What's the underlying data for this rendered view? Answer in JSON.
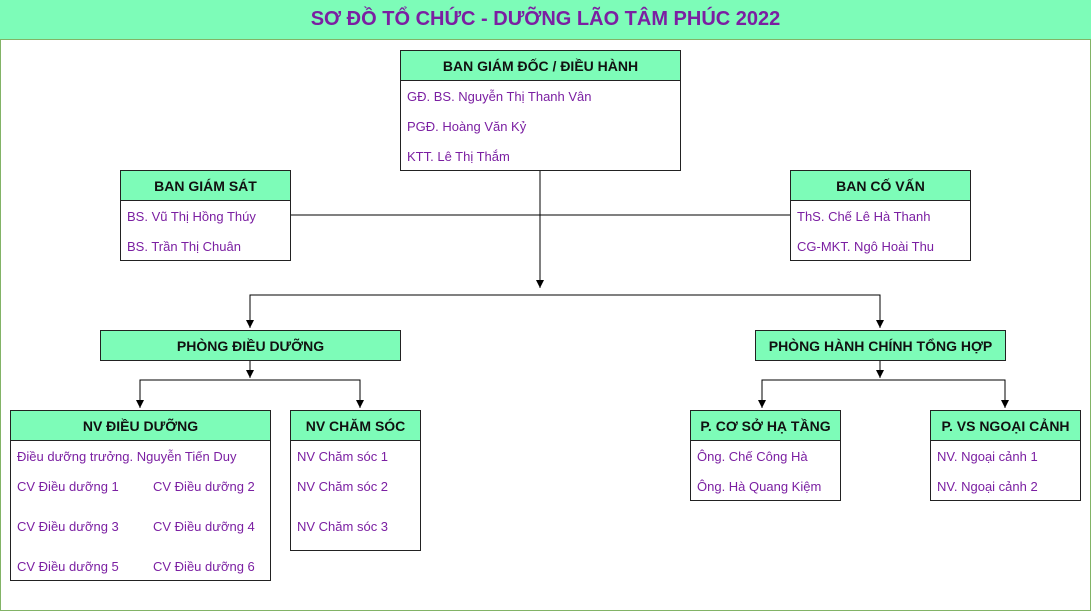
{
  "title": "SƠ ĐỒ TỔ CHỨC - DƯỠNG LÃO TÂM PHÚC 2022",
  "colors": {
    "header_fill": "#7dfcb8",
    "text_purple": "#7b1fa2",
    "border": "#222222"
  },
  "board": {
    "header": "BAN GIÁM ĐỐC / ĐIỀU HÀNH",
    "members": [
      "GĐ. BS. Nguyễn Thị Thanh Vân",
      "PGĐ. Hoàng Văn Kỷ",
      "KTT. Lê Thị Thắm"
    ]
  },
  "supervision": {
    "header": "BAN GIÁM SÁT",
    "members": [
      "BS. Vũ Thị Hồng Thúy",
      "BS. Trần Thị Chuân"
    ]
  },
  "advisory": {
    "header": "BAN CỐ VẤN",
    "members": [
      "ThS. Chế Lê Hà Thanh",
      "CG-MKT. Ngô Hoài Thu"
    ]
  },
  "nursing_dept": {
    "label": "PHÒNG ĐIỀU DƯỠNG"
  },
  "admin_dept": {
    "label": "PHÒNG HÀNH CHÍNH TỔNG HỢP"
  },
  "nurses": {
    "header": "NV ĐIỀU DƯỠNG",
    "head_nurse": "Điều dưỡng trưởng. Nguyễn Tiến Duy",
    "staff": [
      "CV Điều dưỡng 1",
      "CV Điều dưỡng 2",
      "CV Điều dưỡng 3",
      "CV Điều dưỡng 4",
      "CV Điều dưỡng 5",
      "CV Điều dưỡng 6"
    ]
  },
  "caregivers": {
    "header": "NV CHĂM SÓC",
    "members": [
      "NV Chăm sóc 1",
      "NV Chăm sóc 2",
      "NV Chăm sóc 3"
    ]
  },
  "infrastructure": {
    "header": "P. CƠ SỞ HẠ TẦNG",
    "members": [
      "Ông. Chế Công Hà",
      "Ông. Hà Quang Kiệm"
    ]
  },
  "landscape": {
    "header": "P. VS NGOẠI CẢNH",
    "members": [
      "NV. Ngoại cảnh 1",
      "NV. Ngoại cảnh 2"
    ]
  }
}
